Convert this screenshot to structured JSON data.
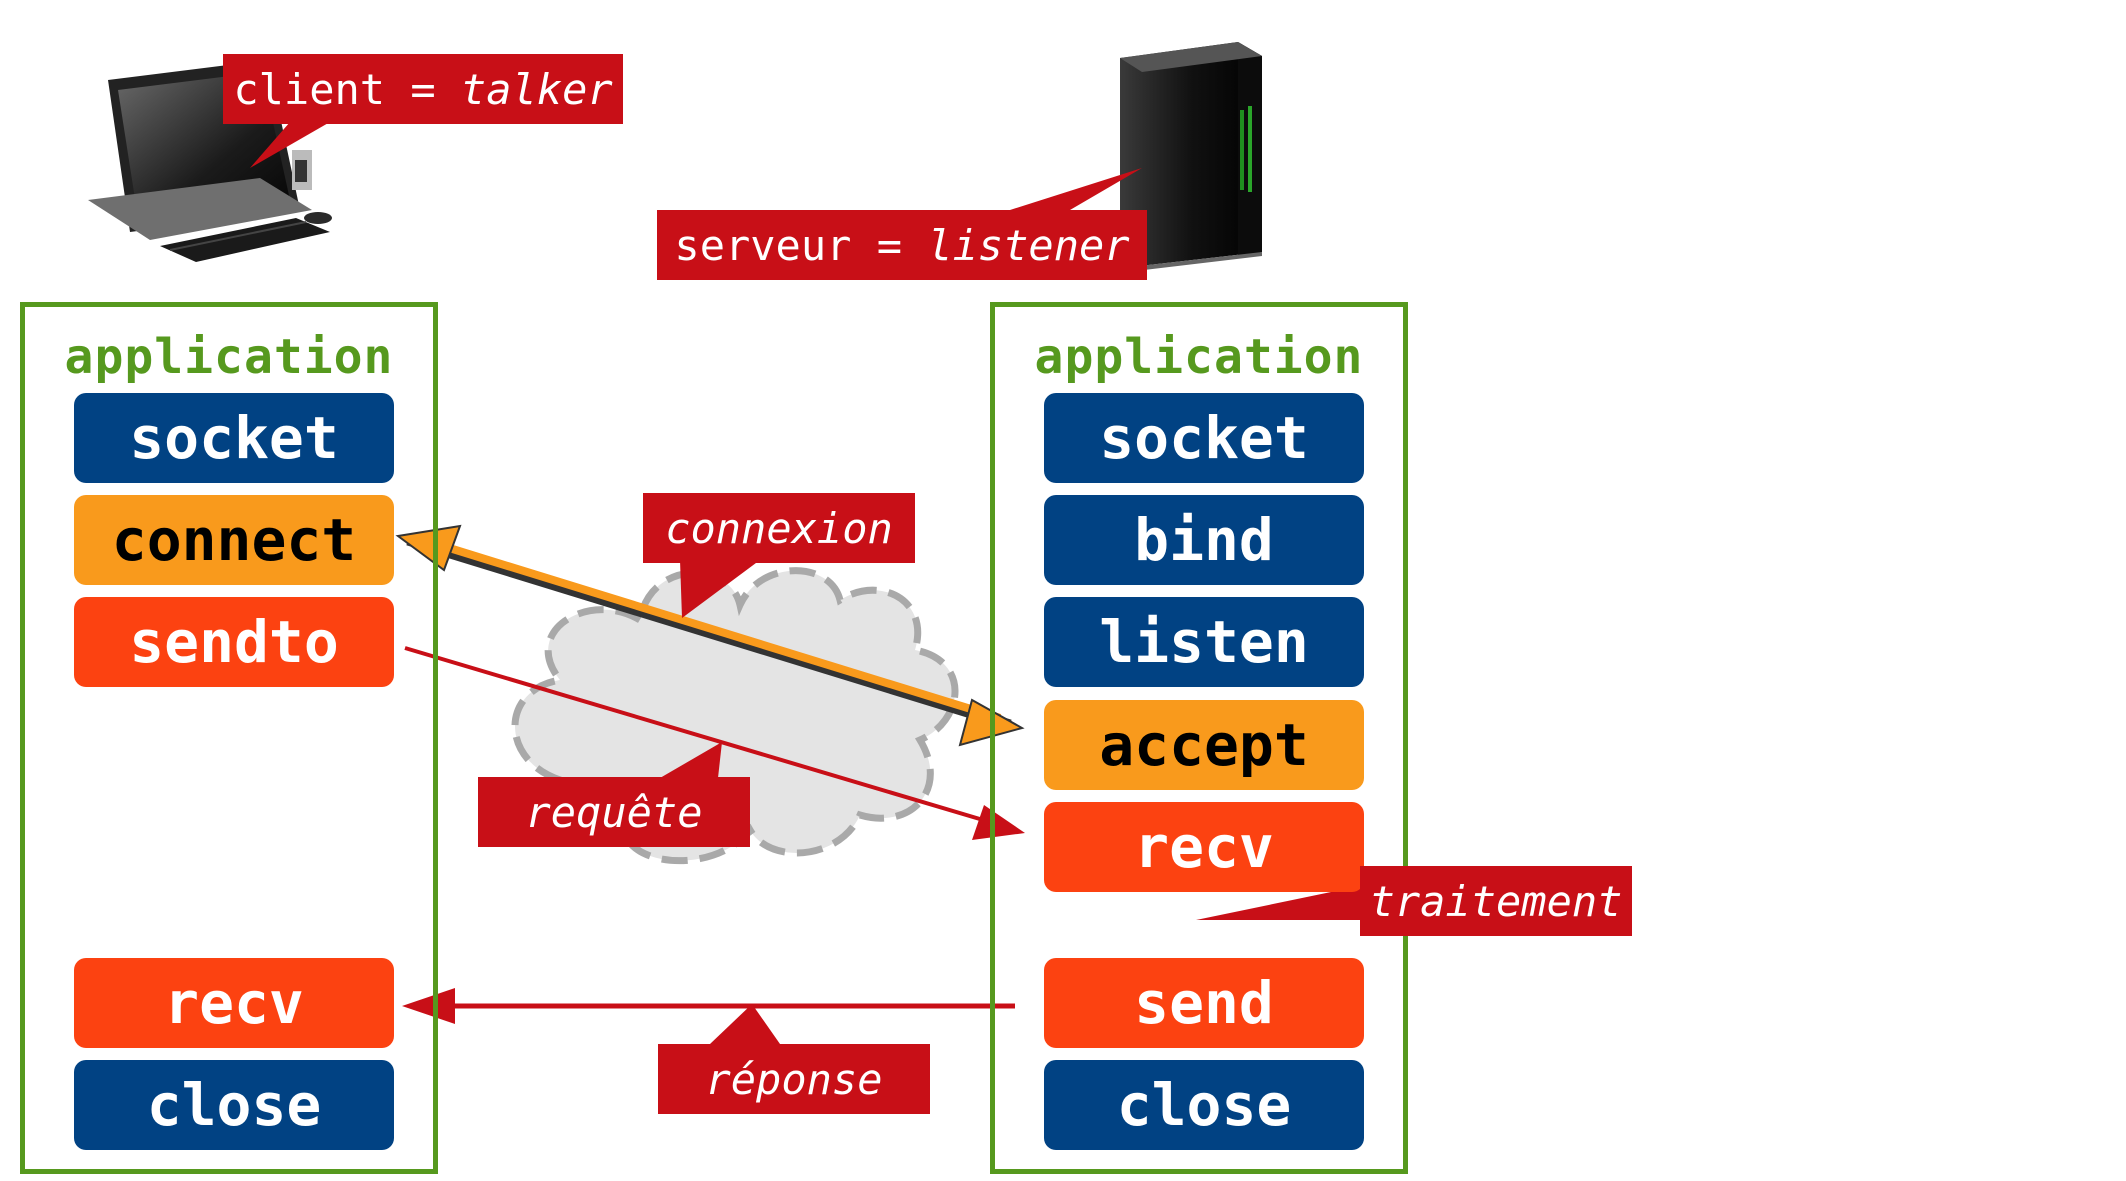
{
  "client_label": {
    "prefix": "client = ",
    "role": "talker"
  },
  "server_label": {
    "prefix": "serveur = ",
    "role": "listener"
  },
  "client_panel": {
    "title": "application",
    "steps": [
      "socket",
      "connect",
      "sendto",
      "recv",
      "close"
    ]
  },
  "server_panel": {
    "title": "application",
    "steps": [
      "socket",
      "bind",
      "listen",
      "accept",
      "recv",
      "send",
      "close"
    ]
  },
  "callouts": {
    "connexion": "connexion",
    "requete": "requête",
    "traitement": "traitement",
    "reponse": "réponse"
  },
  "colors": {
    "panel_border": "#56991e",
    "blue_box": "#014283",
    "orange_box": "#f99a1c",
    "red_box": "#fc4211",
    "callout": "#c80f17"
  },
  "icons": [
    "desktop-computer-icon",
    "server-tower-icon",
    "network-cloud-icon"
  ]
}
